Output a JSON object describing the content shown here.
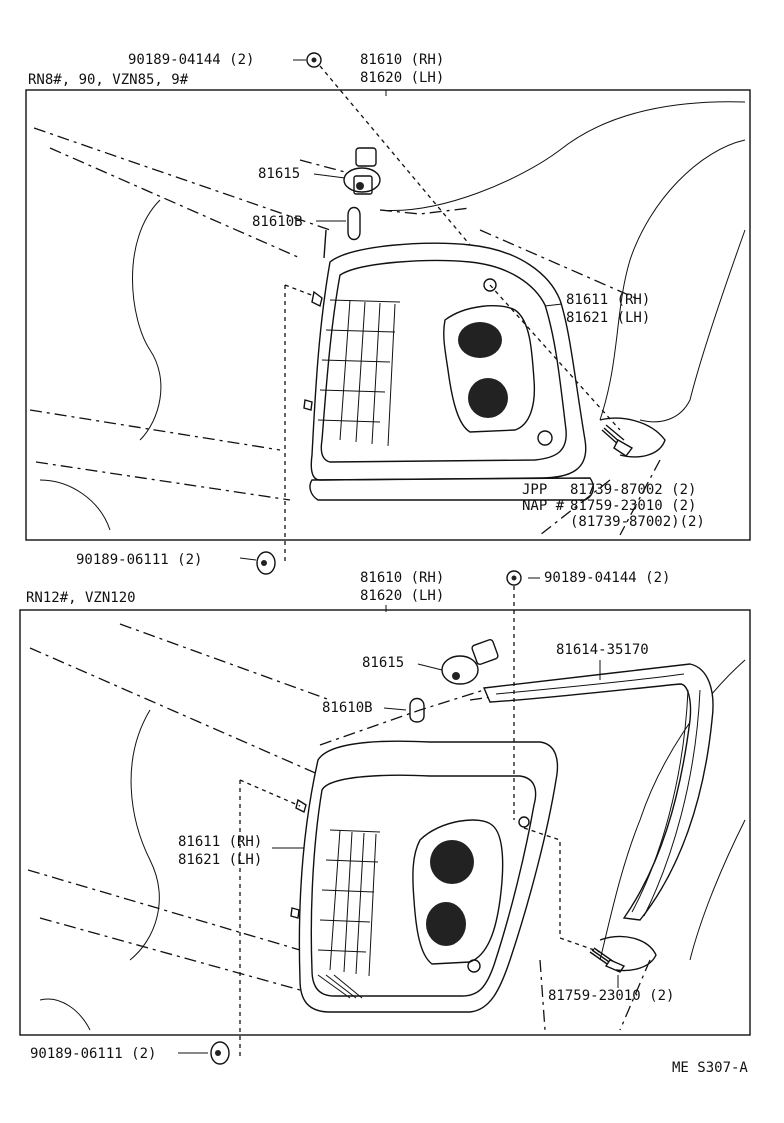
{
  "diagram": {
    "sheet_code": "ME S307-A",
    "upper": {
      "model_label": "RN8#, 90, VZN85, 9#",
      "labels": {
        "screw_top": "90189-04144 (2)",
        "assy_rh": "81610 (RH)",
        "assy_lh": "81620 (LH)",
        "socket": "81615",
        "bulb": "81610B",
        "lens_rh": "81611 (RH)",
        "lens_lh": "81621 (LH)",
        "jpp_prefix": "JPP",
        "jpp_part": "81739-87002 (2)",
        "nap_prefix": "NAP #",
        "nap_part": "81759-23010 (2)",
        "nap_alt": "(81739-87002)(2)",
        "nut_bottom": "90189-06111 (2)"
      }
    },
    "lower": {
      "model_label": "RN12#, VZN120",
      "labels": {
        "assy_rh": "81610 (RH)",
        "assy_lh": "81620 (LH)",
        "screw_top": "90189-04144 (2)",
        "socket": "81615",
        "bulb": "81610B",
        "gasket": "81614-35170",
        "lens_rh": "81611 (RH)",
        "lens_lh": "81621 (LH)",
        "screw_side": "81759-23010 (2)",
        "nut_bottom": "90189-06111 (2)"
      }
    }
  }
}
